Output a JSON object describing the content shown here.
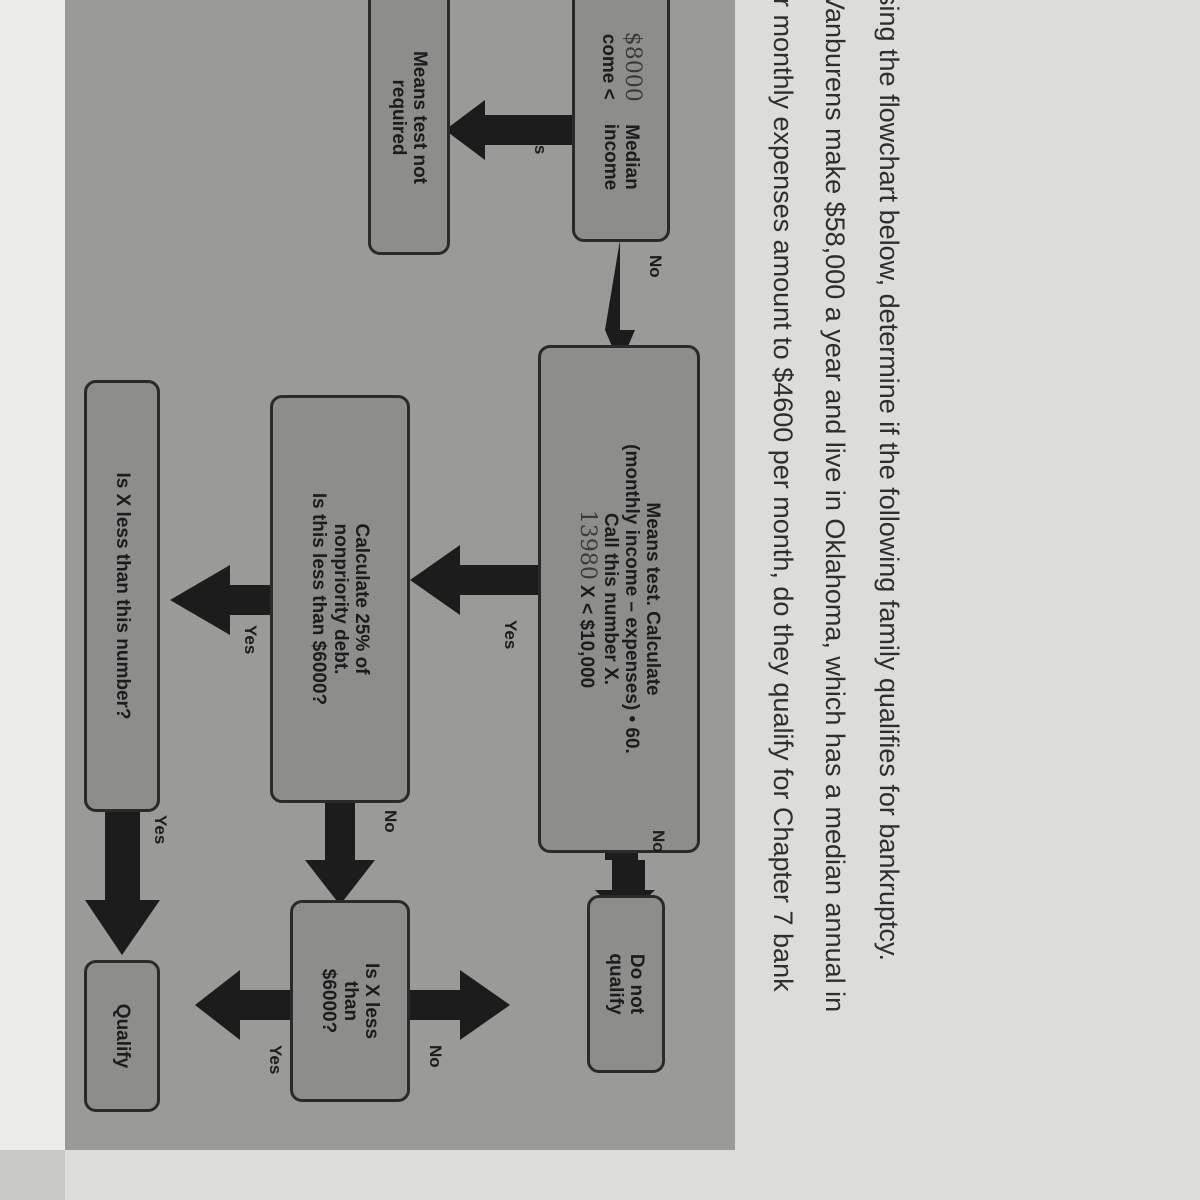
{
  "question": {
    "line1": "sing the flowchart below, determine if the following family qualifies for bankruptcy.",
    "line2": "Vanburens make $58,000 a year and live in Oklahoma, which has a median annual in",
    "line3": "ir monthly expenses amount to $4600 per month, do they qualify for Chapter 7 bank"
  },
  "flowchart": {
    "median_box": {
      "handwritten": "$8000",
      "line1": "come <",
      "line2": "Median",
      "line3": "income"
    },
    "not_required_box": {
      "line1": "Means test not",
      "line2": "required"
    },
    "means_test_box": {
      "line1": "Means test.  Calculate",
      "line2": "(monthly income – expenses) • 60.",
      "line3": "Call this number X.",
      "line4": "X < $10,000",
      "handwritten": "13980"
    },
    "do_not_qualify_box": {
      "line1": "Do not",
      "line2": "qualify"
    },
    "nonpriority_box": {
      "line1": "Calculate 25% of",
      "line2": "nonpriority debt.",
      "line3": "Is this less than $6000?"
    },
    "x_less_6000_box": {
      "line1": "Is X less",
      "line2": "than",
      "line3": "$6000?"
    },
    "x_less_number_box": {
      "line1": "Is X less than this number?"
    },
    "qualify_box": {
      "line1": "Qualify"
    },
    "labels": {
      "yes1": "Yes",
      "no1": "No",
      "yes2": "Yes",
      "no2": "No",
      "yes3": "Yes",
      "no3": "No",
      "no4": "No",
      "yes4": "Yes",
      "yes5": "Yes"
    }
  }
}
